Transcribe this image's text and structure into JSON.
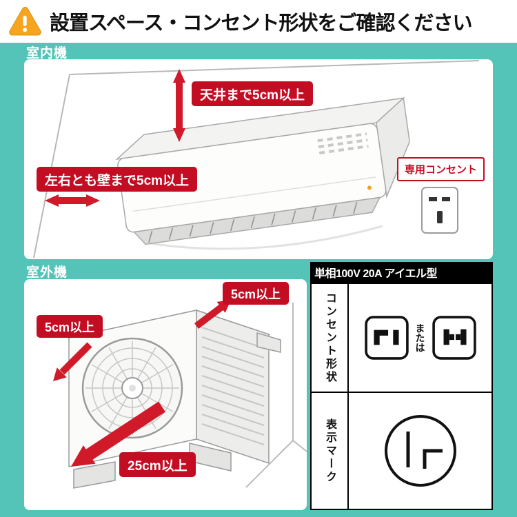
{
  "header": {
    "title": "設置スペース・コンセント形状をご確認ください",
    "warning_icon": "warning-triangle"
  },
  "indoor": {
    "section_label": "室内機",
    "ceiling_clearance": "天井まで5cm以上",
    "side_clearance": "左右とも壁まで5cm以上",
    "outlet_note": "専用コンセント"
  },
  "outdoor": {
    "section_label": "室外機",
    "top_clearance": "5cm以上",
    "left_clearance": "5cm以上",
    "front_clearance": "25cm以上"
  },
  "spec_table": {
    "header": "単相100V 20A アイエル型",
    "row1_label": "コンセント形状",
    "or_text": "または",
    "row2_label": "表示マーク"
  },
  "colors": {
    "background": "#54c3b8",
    "accent_red": "#c30d23",
    "arrow_red": "#d01a2a",
    "warning_orange": "#f7a41f",
    "header_black": "#000000"
  }
}
